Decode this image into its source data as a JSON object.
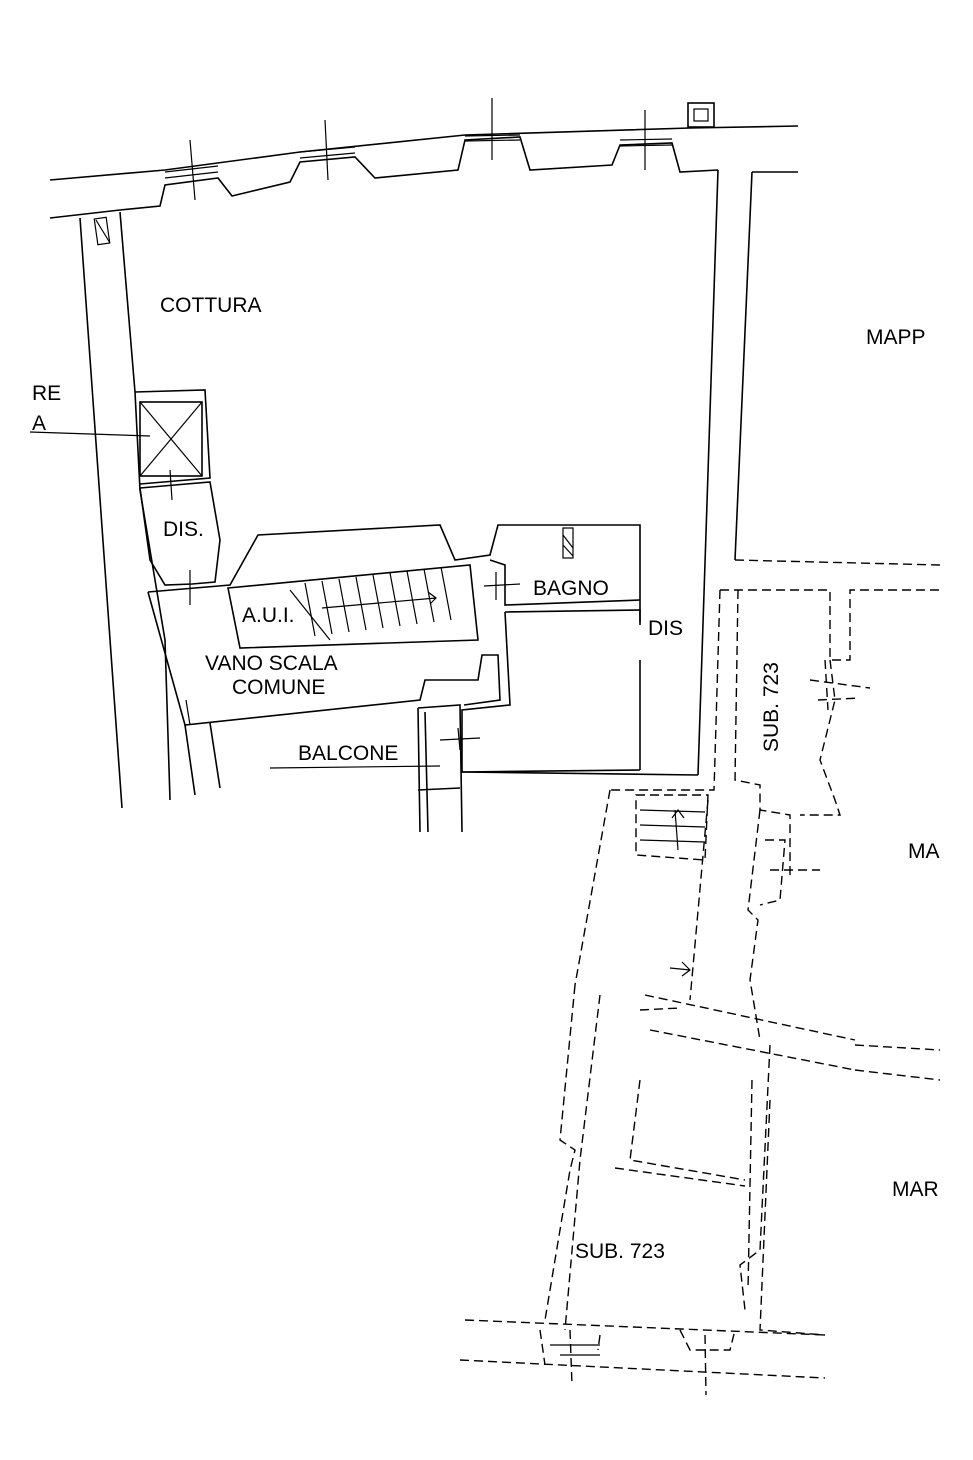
{
  "labels": {
    "cottura": "COTTURA",
    "mapp_top": "MAPP",
    "re": "RE",
    "a": "A",
    "dis_left": "DIS.",
    "aui": "A.U.I.",
    "bagno": "BAGNO",
    "dis_right": "DIS",
    "vano_scala": "VANO SCALA",
    "comune": "COMUNE",
    "balcone": "BALCONE",
    "sub_vertical": "SUB. 723",
    "ma_mid": "MA",
    "mar_lower": "MAR",
    "sub_bottom": "SUB. 723"
  }
}
